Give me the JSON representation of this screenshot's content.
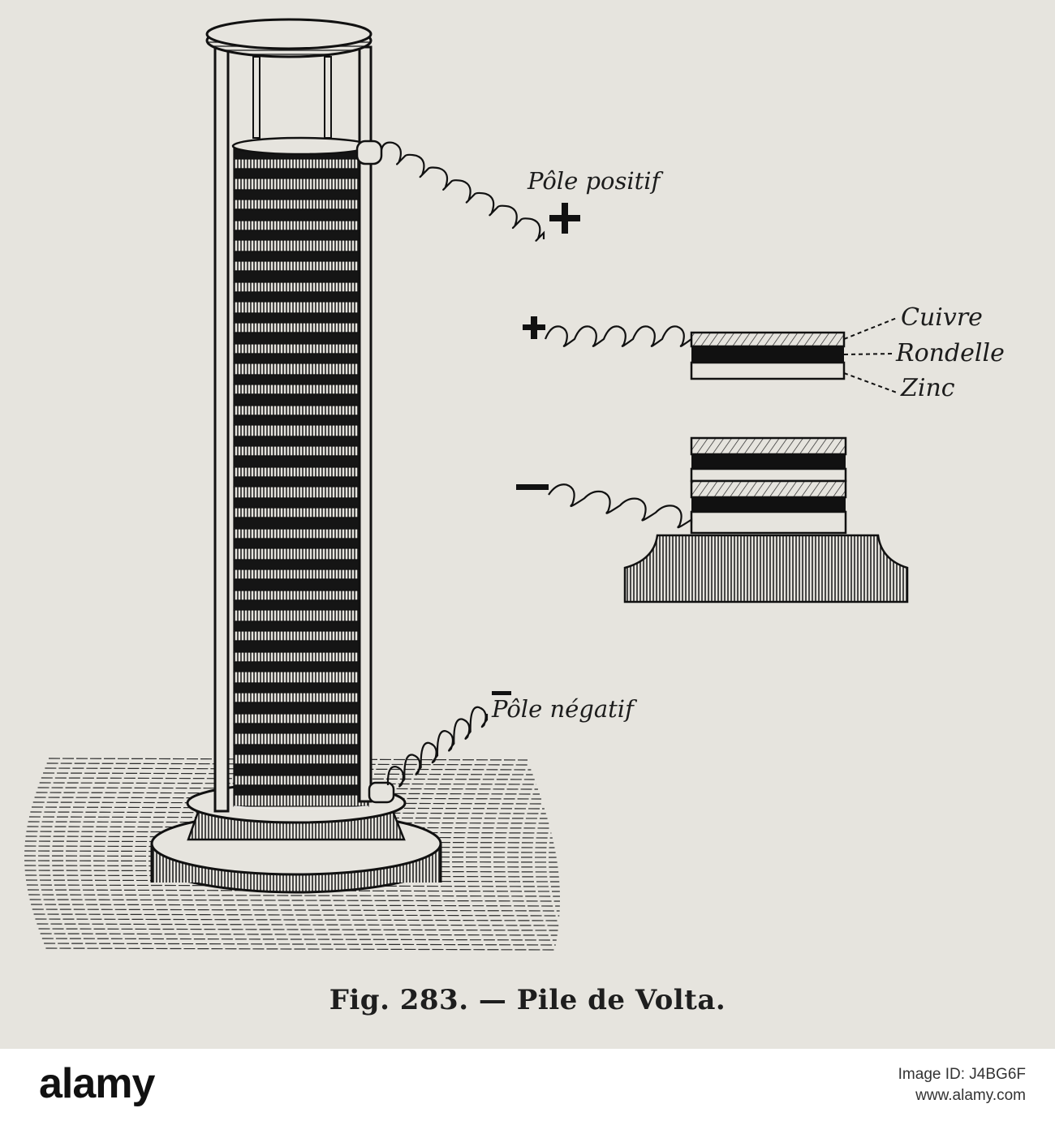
{
  "figure": {
    "labels": {
      "pole_positif": "Pôle positif",
      "pole_negatif": "Pôle négatif",
      "cuivre": "Cuivre",
      "rondelle": "Rondelle",
      "zinc": "Zinc"
    },
    "caption": "Fig. 283. — Pile de Volta."
  },
  "footer": {
    "logo": "alamy",
    "image_id": "Image ID: J4BG6F",
    "website": "www.alamy.com"
  },
  "colors": {
    "ink": "#1c1c1c",
    "paper": "#e6e4de",
    "footer_bg": "#ffffff"
  }
}
